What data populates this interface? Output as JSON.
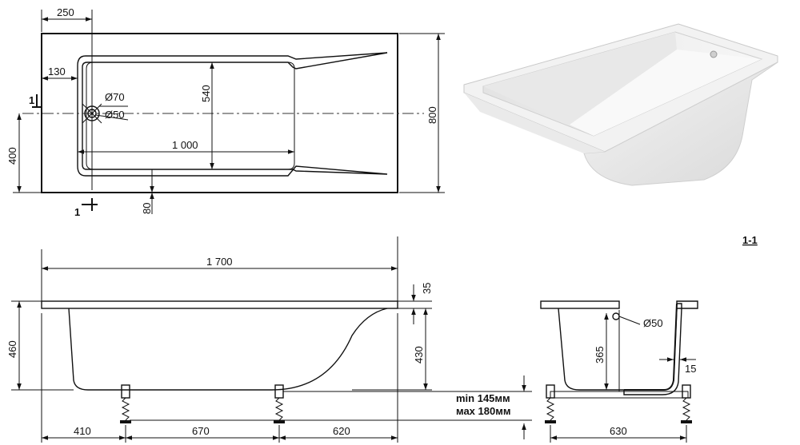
{
  "plan": {
    "dim_250": "250",
    "dim_130": "130",
    "dim_540": "540",
    "dim_1000": "1 000",
    "dim_800": "800",
    "dim_400": "400",
    "dim_80": "80",
    "dia_70": "Ø70",
    "dia_50": "Ø50",
    "section_mark": "1"
  },
  "side": {
    "dim_1700": "1 700",
    "dim_35": "35",
    "dim_460": "460",
    "dim_430": "430",
    "dim_410": "410",
    "dim_670": "670",
    "dim_620": "620",
    "legs_min": "min 145мм",
    "legs_max": "мах 180мм"
  },
  "section": {
    "title": "1-1",
    "dim_365": "365",
    "dia_50": "Ø50",
    "dim_15": "15",
    "dim_630": "630"
  }
}
